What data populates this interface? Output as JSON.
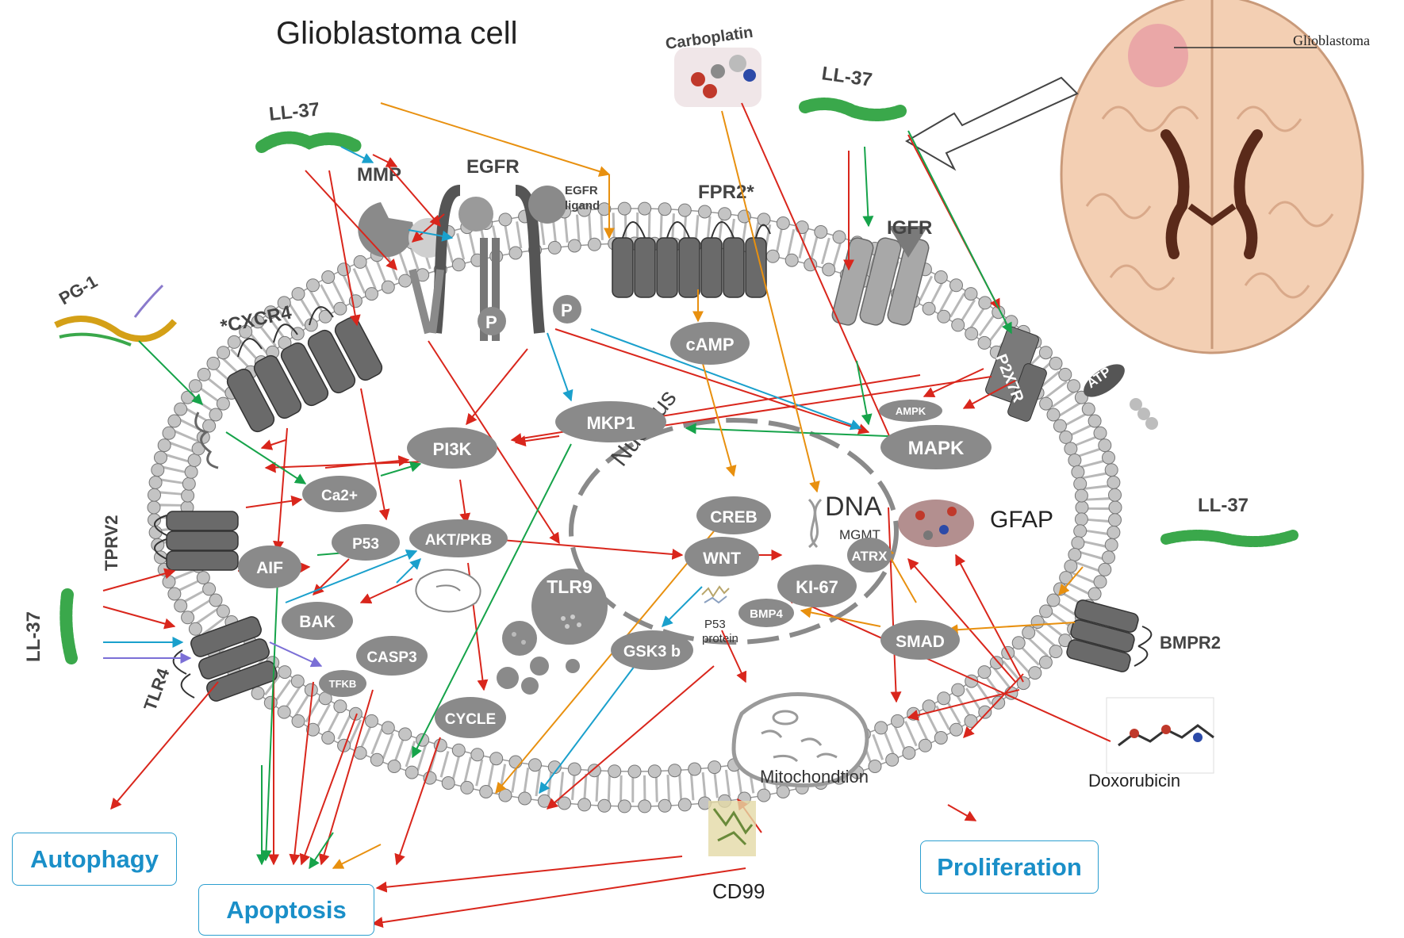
{
  "title": "Glioblastoma cell",
  "brain_label": "Glioblastoma",
  "ligands": {
    "ll37_top_left": "LL-37",
    "ll37_top_right": "LL-37",
    "ll37_right": "LL-37",
    "ll37_left": "LL-37",
    "pg1": "PG-1",
    "carboplatin": "Carboplatin",
    "doxorubicin": "Doxorubicin"
  },
  "receptors": {
    "mmp": "MMP",
    "egfr": "EGFR",
    "egfr_ligand_line1": "EGFR",
    "egfr_ligand_line2": "ligand",
    "fpr2": "FPR2*",
    "igfr": "IGFR",
    "cxcr4": "*CXCR4",
    "p2x7r": "P2X7R",
    "atp": "ATP",
    "tprv2": "TPRV2",
    "tlr4": "TLR4",
    "bmpr2": "BMPR2",
    "phospho": "P"
  },
  "nodes": {
    "camp": "cAMP",
    "mkp1": "MKP1",
    "pi3k": "PI3K",
    "ampk": "AMPK",
    "mapk": "MAPK",
    "ca2": "Ca2+",
    "p53": "P53",
    "akt": "AKT/PKB",
    "aif": "AIF",
    "bak": "BAK",
    "casp3": "CASP3",
    "tfkb": "TFKB",
    "tlr9": "TLR9",
    "cycle": "CYCLE",
    "creb": "CREB",
    "wnt": "WNT",
    "ki67": "KI-67",
    "atrx": "ATRX",
    "bmp4": "BMP4",
    "gsk3b": "GSK3 b",
    "smad": "SMAD"
  },
  "nucleus": {
    "label": "Nucleus",
    "dna": "DNA",
    "mgmt": "MGMT",
    "p53_protein_line1": "P53",
    "p53_protein_line2": "protein"
  },
  "other_labels": {
    "gfap": "GFAP",
    "mitochondria": "Mitochondtion",
    "cd99": "CD99"
  },
  "outcomes": {
    "autophagy": "Autophagy",
    "apoptosis": "Apoptosis",
    "proliferation": "Proliferation"
  },
  "colors": {
    "node_fill": "#8a8a8a",
    "membrane_head": "#c4c4c4",
    "receptor": "#5b5b5b",
    "arrow_red": "#d9261c",
    "arrow_green": "#16a34a",
    "arrow_blue": "#1aa0cc",
    "arrow_orange": "#e8900f",
    "arrow_purple": "#7b6fd6",
    "outcome_text": "#1a8fc8",
    "peptide_green": "#3aa84b"
  }
}
